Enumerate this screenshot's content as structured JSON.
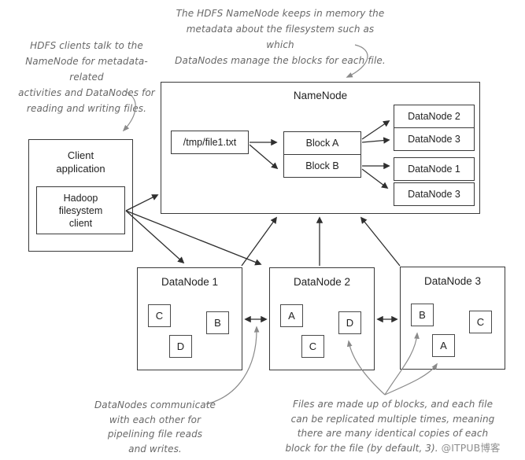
{
  "annotations": {
    "top": {
      "lines": [
        "The HDFS NameNode keeps in memory the",
        "metadata about the filesystem such as which",
        "DataNodes manage the blocks for each file."
      ]
    },
    "left": {
      "lines": [
        "HDFS clients talk to the",
        "NameNode for metadata-related",
        "activities and DataNodes for",
        "reading and writing files."
      ]
    },
    "bottom_left": {
      "lines": [
        "DataNodes communicate",
        "with each other for",
        "pipelining file reads",
        "and writes."
      ]
    },
    "bottom_right": {
      "lines": [
        "Files are made up of blocks, and each file",
        "can be replicated multiple times, meaning",
        "there are many identical copies of each",
        "block for the file (by default, 3)."
      ]
    }
  },
  "watermark": "@ITPUB博客",
  "client": {
    "title": "Client application",
    "inner": "Hadoop filesystem client"
  },
  "namenode": {
    "title": "NameNode",
    "file": "/tmp/file1.txt",
    "blocks": [
      "Block A",
      "Block B"
    ],
    "replicas_a": [
      "DataNode 2",
      "DataNode 3"
    ],
    "replicas_b": [
      "DataNode 1",
      "DataNode 3"
    ]
  },
  "datanodes": [
    {
      "name": "DataNode 1",
      "blocks": [
        "C",
        "B",
        "D"
      ]
    },
    {
      "name": "DataNode 2",
      "blocks": [
        "A",
        "D",
        "C"
      ]
    },
    {
      "name": "DataNode 3",
      "blocks": [
        "B",
        "C",
        "A"
      ]
    }
  ],
  "colors": {
    "line": "#2f2f2f",
    "annotation_line": "#8a8a8a",
    "border": "#3a3a3a"
  }
}
